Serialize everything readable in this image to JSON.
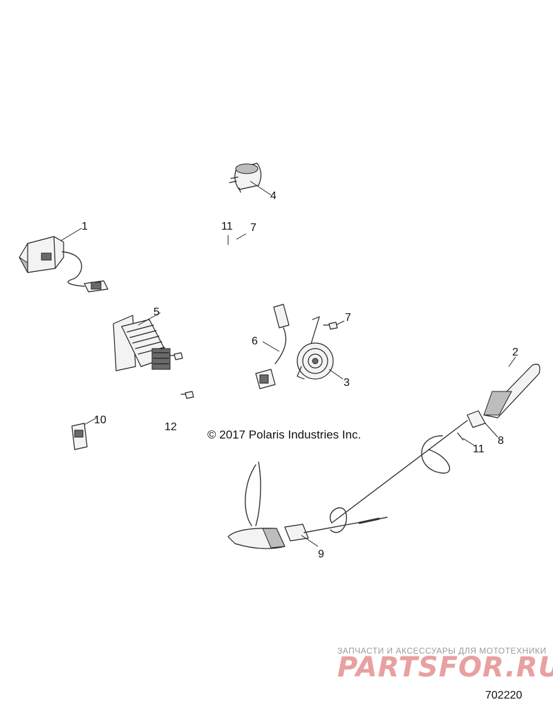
{
  "callouts": [
    "1",
    "2",
    "3",
    "4",
    "5",
    "6",
    "7",
    "7",
    "8",
    "9",
    "10",
    "11",
    "11",
    "12"
  ],
  "copyright": "© 2017 Polaris Industries Inc.",
  "diagram_code": "702220",
  "watermark": {
    "tagline": "ЗАПЧАСТИ И АКСЕССУАРЫ ДЛЯ МОТОТЕХНИКИ",
    "logo_left": "PARTS",
    "logo_right": "FOR.RU",
    "logo_color": "#e8a0a0",
    "tagline_color": "#9a9a9a"
  }
}
